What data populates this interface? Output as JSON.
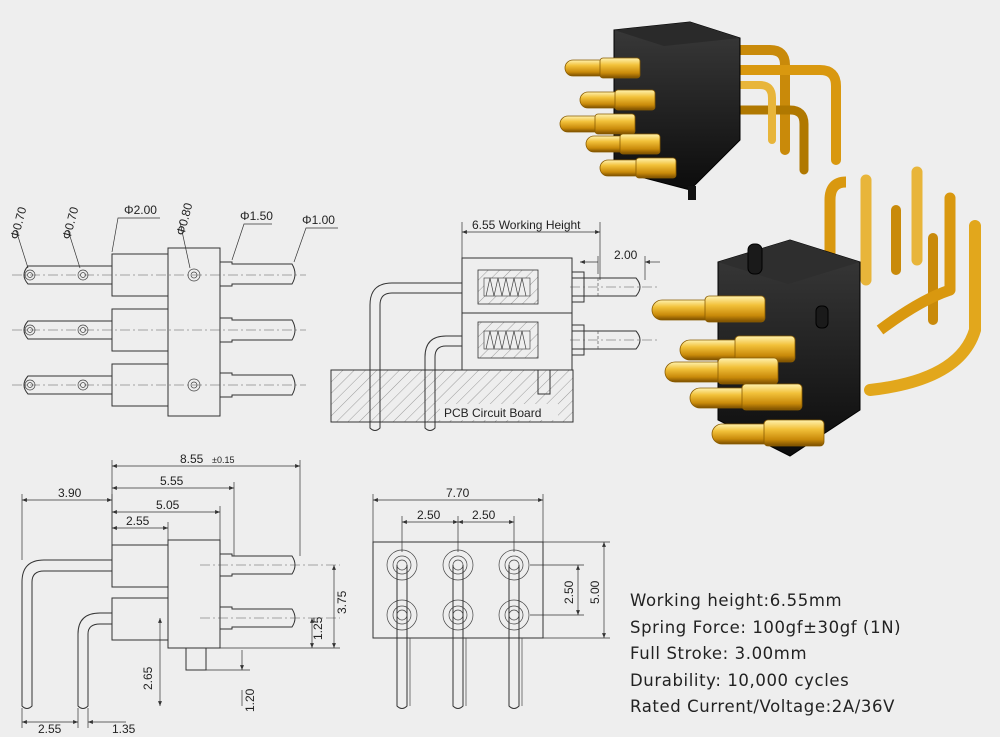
{
  "top_view": {
    "dims": {
      "d070a": "Φ0.70",
      "d070b": "Φ0.70",
      "d200": "Φ2.00",
      "d080": "Φ0.80",
      "d150": "Φ1.50",
      "d100": "Φ1.00"
    }
  },
  "section_view": {
    "working_height": "6.55 Working Height",
    "stroke_dim": "2.00",
    "pcb_label": "PCB Circuit Board"
  },
  "side_view": {
    "dims": {
      "overall": "8.55",
      "overall_tol": "±0.15",
      "d390": "3.90",
      "d555": "5.55",
      "d505": "5.05",
      "d255": "2.55",
      "d375": "3.75",
      "d125": "1.25",
      "d265": "2.65",
      "d120": "1.20",
      "d255b": "2.55",
      "d135": "1.35"
    }
  },
  "bottom_view": {
    "dims": {
      "d770": "7.70",
      "d250a": "2.50",
      "d250b": "2.50",
      "d250v": "2.50",
      "d500": "5.00"
    }
  },
  "specs": [
    "Working height:6.55mm",
    "Spring Force: 100gf±30gf (1N)",
    "Full Stroke: 3.00mm",
    "Durability: 10,000 cycles",
    "Rated Current/Voltage:2A/36V"
  ],
  "colors": {
    "background": "#eeeeee",
    "gold": "#e2a71c",
    "insulator": "#1b1b1b"
  }
}
